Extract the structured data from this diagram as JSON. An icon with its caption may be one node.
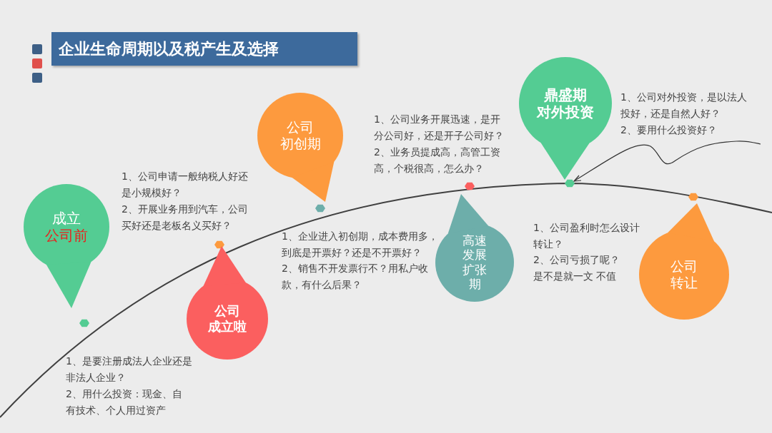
{
  "diagram": {
    "title": "企业生命周期以及税产生及选择",
    "nodes": [
      {
        "text": [
          "成立",
          "公司前"
        ]
      },
      {
        "text": [
          "公司成立啦"
        ]
      },
      {
        "text": [
          "公司初创期"
        ]
      },
      {
        "text": [
          "高速发展扩张期"
        ]
      },
      {
        "text": [
          "鼎盛期对外投资"
        ]
      },
      {
        "text": [
          "公司转让"
        ]
      }
    ],
    "labels": [
      "1、是要注册成法人企业还是非法人企业？",
      "2、用什么投资：现金、自有技术、个人用过资产",
      "1、公司申请一般纳税人好还是小规模好？",
      "2、开展业务用到汽车，公司买好还是老板名义买好？",
      "1、企业进入初创期，成本费用多，到底是开票好？还是不开票好？",
      "2、销售不开发票行不？用私户收款，有什么后果？",
      "1、公司业务开展迅速，是开分公司好，还是开子公司好？",
      "2、业务员提成高，高管工资高，个税很高，怎么办？",
      "1、公司对外投资，是以法人投好，还是自然人好？",
      "2、要用什么投资好？",
      "1、公司盈利时怎么设计转让？",
      "2、公司亏损了呢？是不是就一文 不值"
    ]
  }
}
